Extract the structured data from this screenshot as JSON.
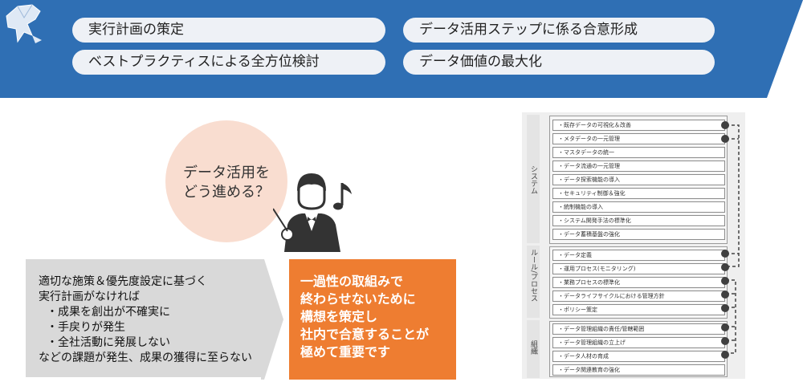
{
  "banner": {
    "color": "#2f6fb4",
    "logo_icon": "dolphin-icon",
    "pills": [
      "実行計画の策定",
      "データ活用ステップに係る合意形成",
      "ベストプラクティスによる全方位検討",
      "データ価値の最大化"
    ]
  },
  "question": {
    "line1": "データ活用を",
    "line2": "どう進める？"
  },
  "conductor_icon": "conductor-icon",
  "issues": {
    "line1": "適切な施策＆優先度設定に基づく",
    "line2": "実行計画がなければ",
    "bullets": [
      "成果を創出が不確実に",
      "手戻りが発生",
      "全社活動に発展しない"
    ],
    "line3": "などの課題が発生、成果の獲得に至らない"
  },
  "conclusion": {
    "color": "#ee7d31",
    "lines": [
      "一過性の取組みで",
      "終わらせないために",
      "構想を策定し",
      "社内で合意することが",
      "極めて重要です"
    ]
  },
  "framework": {
    "groups": [
      {
        "label": "システム",
        "items": [
          "既存データの可視化＆改善",
          "メタデータの一元管理",
          "マスタデータの統一",
          "データ流通の一元管理",
          "データ探索機能の導入",
          "セキュリティ制御＆強化",
          "統制機能の導入",
          "システム開発手法の標準化",
          "データ蓄積基盤の強化"
        ]
      },
      {
        "label": "ルール/プロセス",
        "items": [
          "データ定義",
          "運用プロセス(モニタリング)",
          "業務プロセスの標準化",
          "データライフサイクルにおける管理方針",
          "ポリシー策定"
        ]
      },
      {
        "label": "組織",
        "items": [
          "データ管理組織の責任/管轄範囲",
          "データ管理組織の立上げ",
          "データ人材の育成",
          "データ関連教育の強化"
        ]
      }
    ]
  }
}
